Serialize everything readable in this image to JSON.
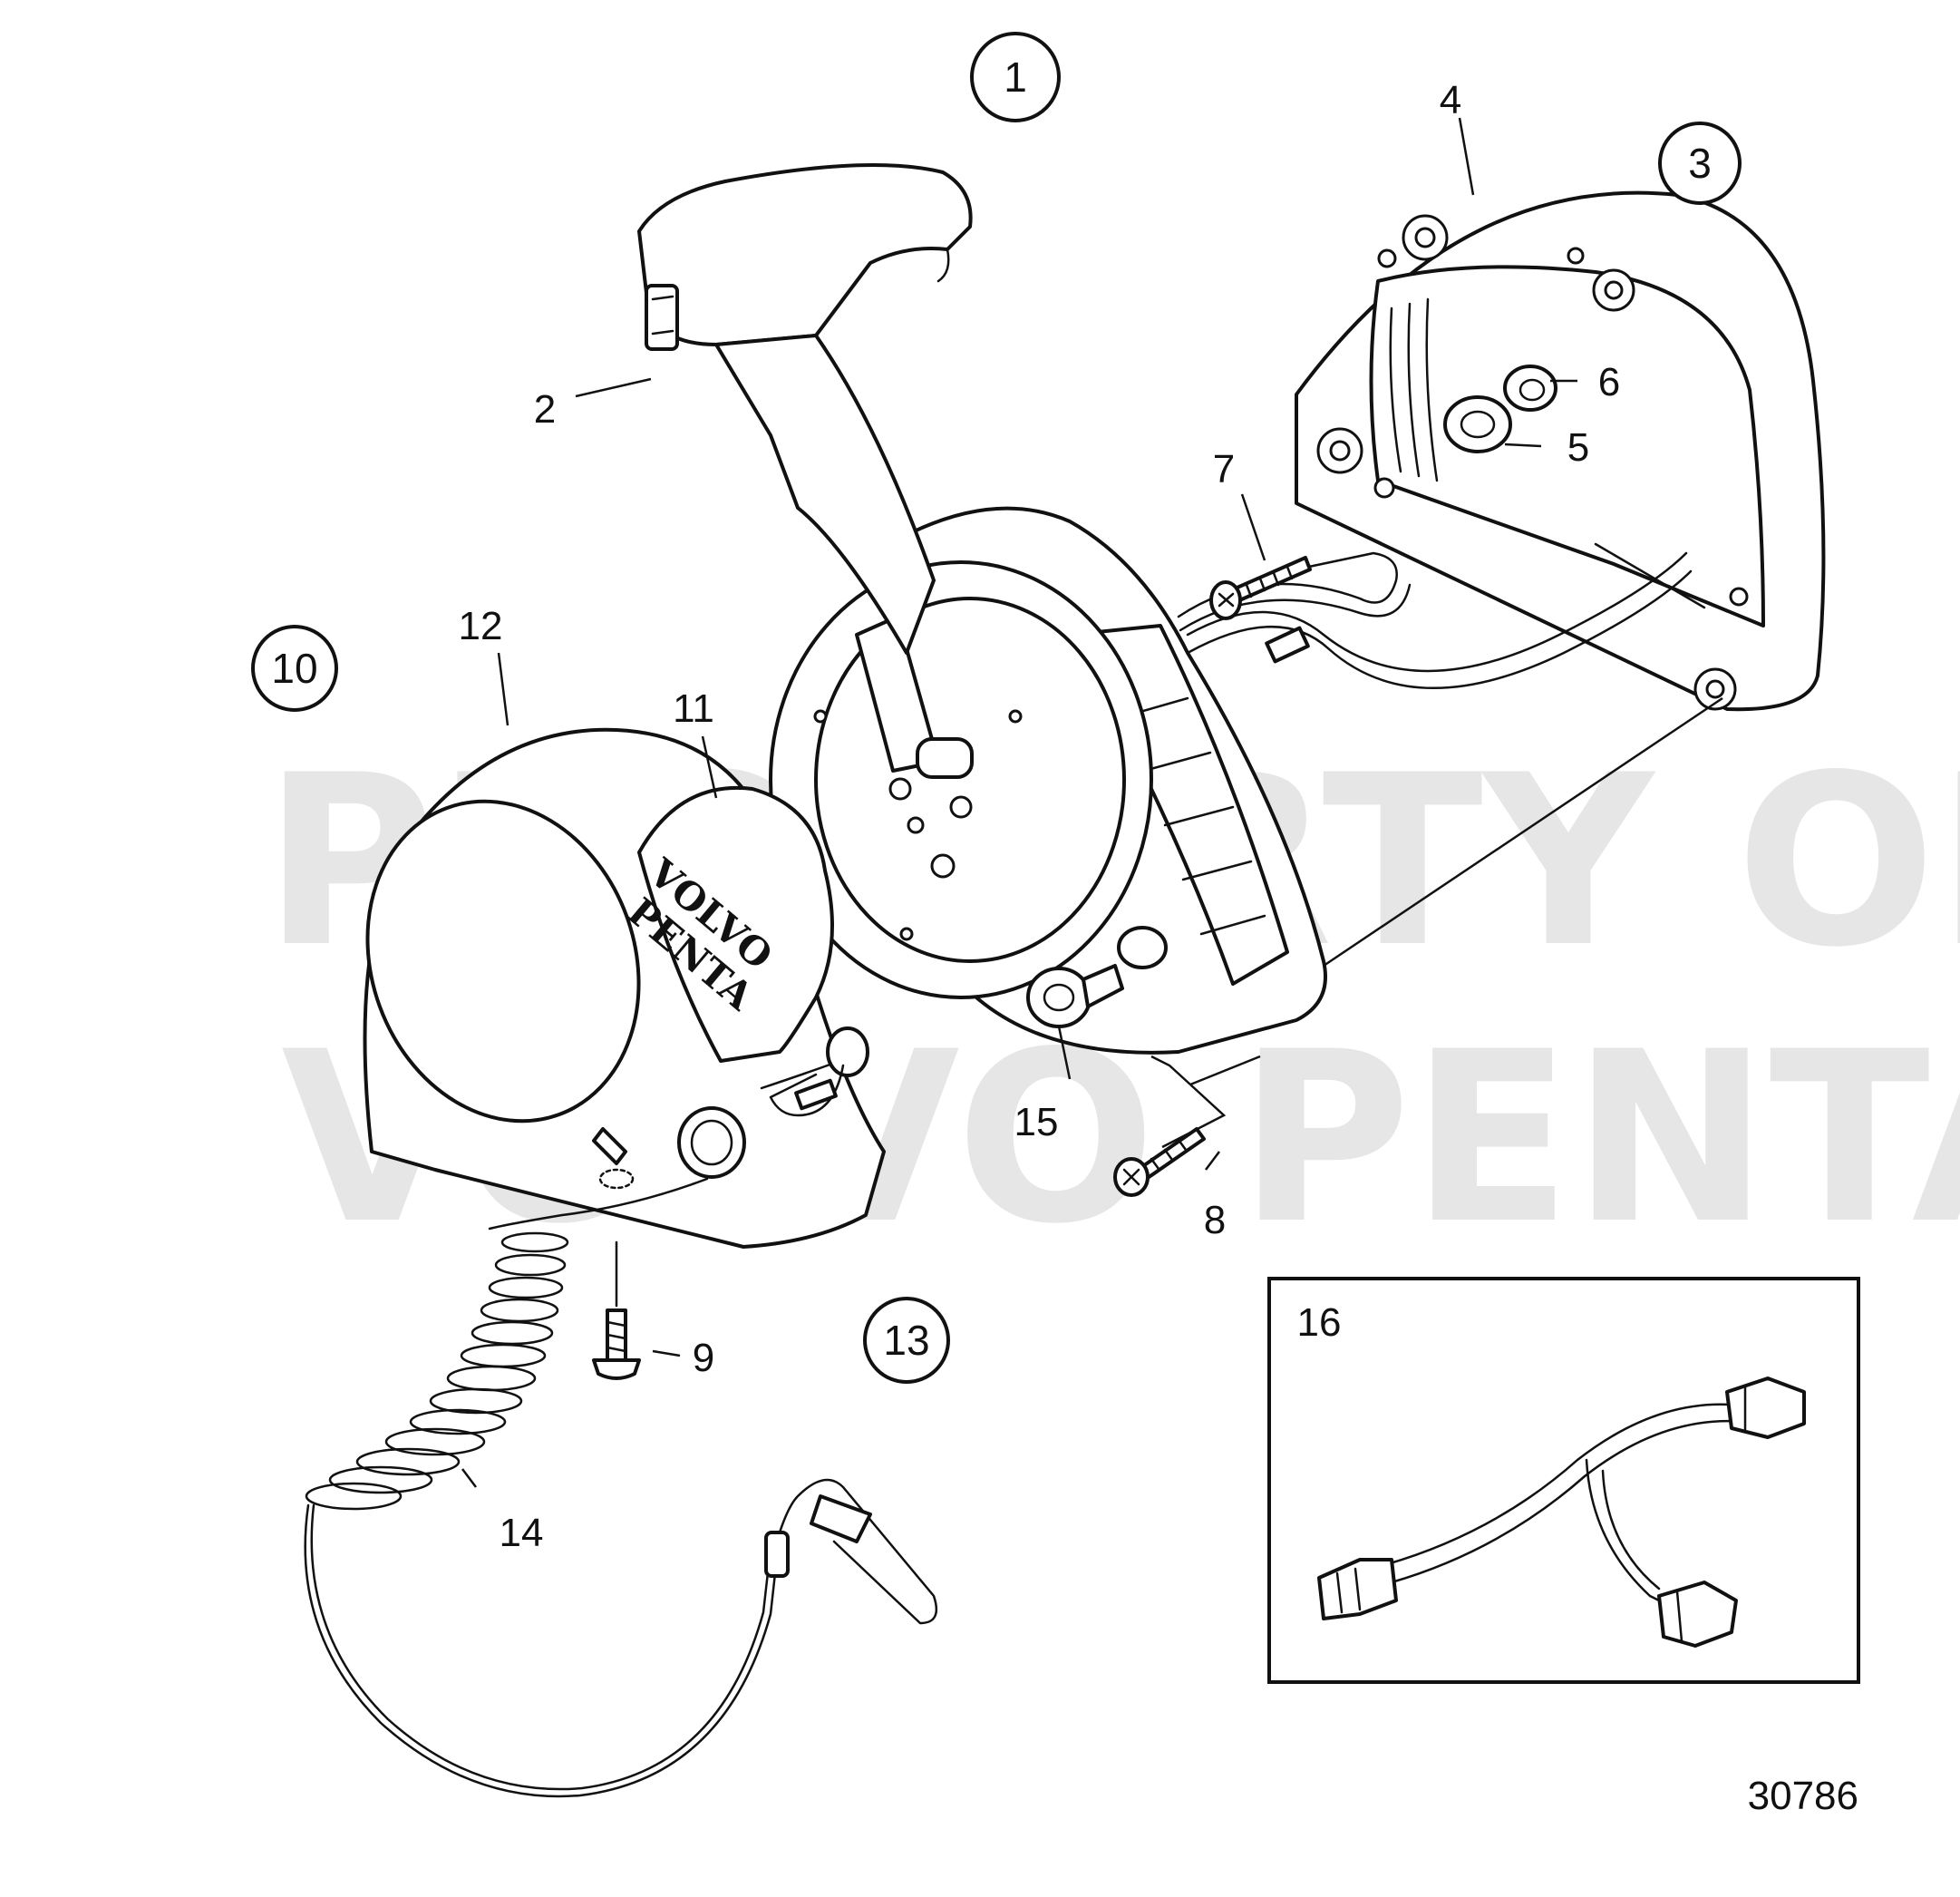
{
  "watermark": {
    "line1": "PROPERTY OF",
    "line2": "VOLVO PENTA"
  },
  "logo_text": {
    "line1": "VOLVO",
    "line2": "PENTA"
  },
  "figure_number": "30786",
  "callouts": [
    {
      "id": "1",
      "circled": true
    },
    {
      "id": "2",
      "circled": false
    },
    {
      "id": "3",
      "circled": true
    },
    {
      "id": "4",
      "circled": false
    },
    {
      "id": "5",
      "circled": false
    },
    {
      "id": "6",
      "circled": false
    },
    {
      "id": "7",
      "circled": false
    },
    {
      "id": "8",
      "circled": false
    },
    {
      "id": "9",
      "circled": false
    },
    {
      "id": "10",
      "circled": true
    },
    {
      "id": "11",
      "circled": false
    },
    {
      "id": "12",
      "circled": false
    },
    {
      "id": "13",
      "circled": true
    },
    {
      "id": "14",
      "circled": false
    },
    {
      "id": "15",
      "circled": false
    },
    {
      "id": "16",
      "circled": false
    }
  ]
}
